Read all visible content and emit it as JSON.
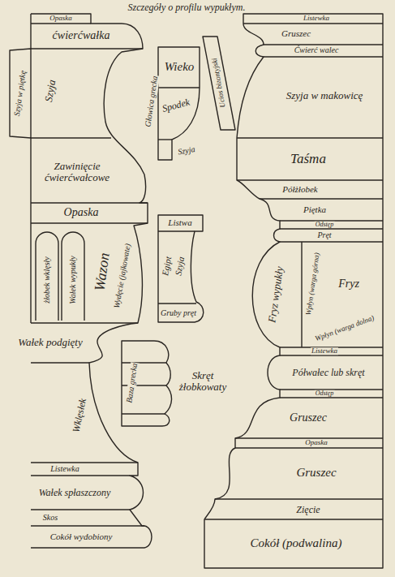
{
  "diagram": {
    "title": "Szczegóły o profilu wypukłym.",
    "labels": [
      "Opaska",
      "ćwierćwałka",
      "Szyja w piętkę",
      "Szyja",
      "Zawinięcie ćwierćwałcowe",
      "Opaska",
      "żłobek wklęsły",
      "Wałek wypukły",
      "Wazon",
      "Wydęcie (jajkowate)",
      "Wałek podgięty",
      "Wklęsłek",
      "Listewka",
      "Wałek spłaszczony",
      "Skos",
      "Cokół wydobiony",
      "Głowica grecka",
      "Wieko",
      "Spodek",
      "Szyja",
      "Listwa",
      "Egipt",
      "Szyja",
      "Gruby pręt",
      "Baza grecka",
      "Skręt żłobkowaty",
      "Listewka",
      "Gruszec",
      "Ćwierć walec",
      "Szyja w makowicę",
      "Ucios bizantyjski",
      "Taśma",
      "Półżłobek",
      "Piętka",
      "Odstęp",
      "Pręt",
      "Fryz wypukły",
      "Wpłyn (warga górna)",
      "Fryz",
      "Wpłyn (warga dolna)",
      "Listewka",
      "Półwałec lub skręt",
      "Odstęp",
      "Gruszec",
      "Opaska",
      "Gruszec",
      "Zięcie",
      "Cokół (podwalina)"
    ]
  }
}
